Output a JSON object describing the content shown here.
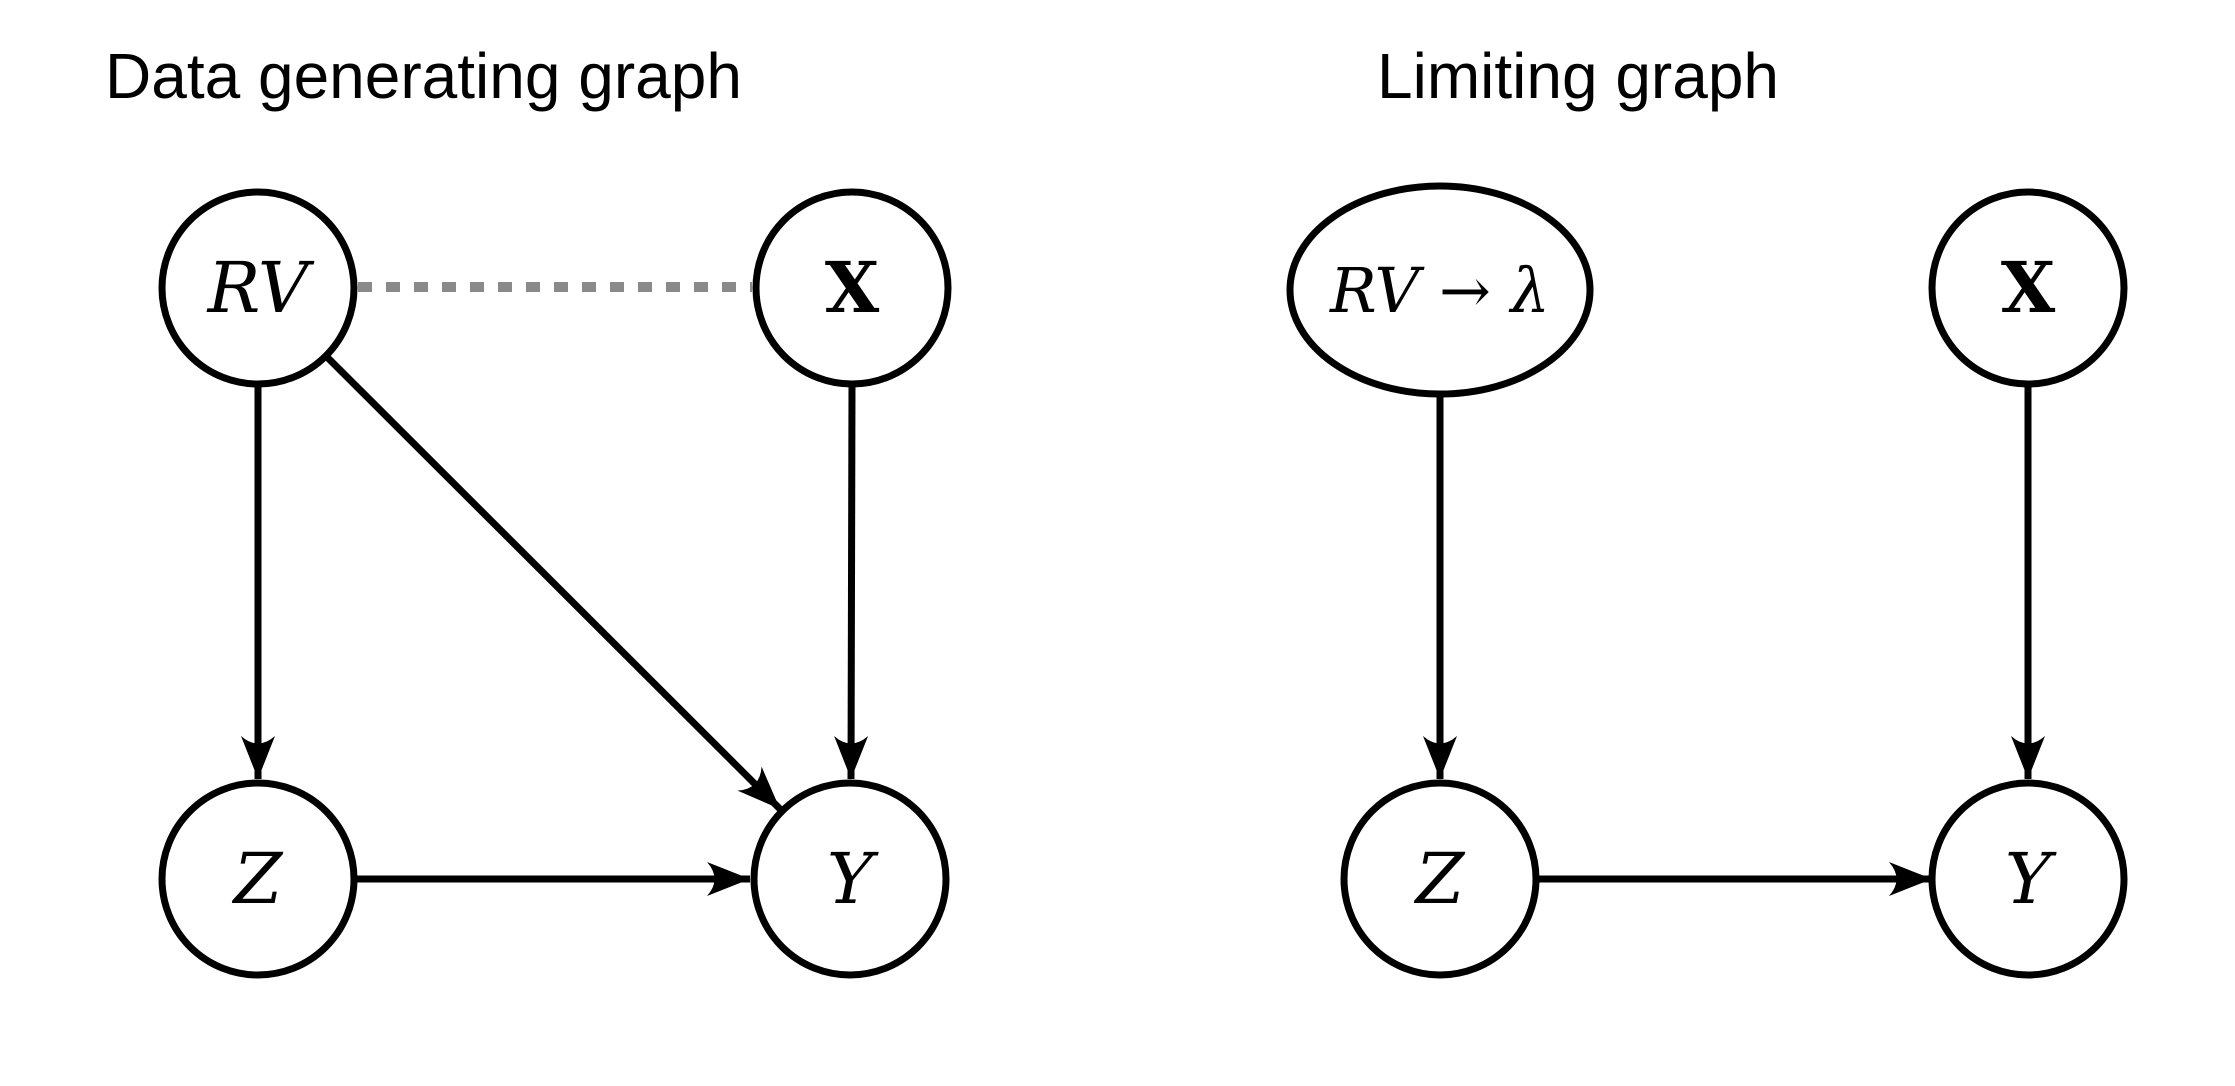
{
  "colors": {
    "line": "#000000",
    "dashed_edge": "#8a8a8a",
    "background": "#ffffff"
  },
  "left_graph": {
    "title": "Data generating graph",
    "nodes": {
      "rv": {
        "label": "RV",
        "shape": "circle"
      },
      "x": {
        "label": "X",
        "shape": "circle"
      },
      "z": {
        "label": "Z",
        "shape": "circle"
      },
      "y": {
        "label": "Y",
        "shape": "circle"
      }
    },
    "edges": [
      {
        "from": "RV",
        "to": "X",
        "directed": false,
        "style": "dashed-gray"
      },
      {
        "from": "RV",
        "to": "Z",
        "directed": true,
        "style": "solid"
      },
      {
        "from": "RV",
        "to": "Y",
        "directed": true,
        "style": "solid"
      },
      {
        "from": "X",
        "to": "Y",
        "directed": true,
        "style": "solid"
      },
      {
        "from": "Z",
        "to": "Y",
        "directed": true,
        "style": "solid"
      }
    ]
  },
  "right_graph": {
    "title": "Limiting graph",
    "nodes": {
      "rv_lambda": {
        "label": "RV → λ",
        "shape": "ellipse"
      },
      "x": {
        "label": "X",
        "shape": "circle"
      },
      "z": {
        "label": "Z",
        "shape": "circle"
      },
      "y": {
        "label": "Y",
        "shape": "circle"
      }
    },
    "edges": [
      {
        "from": "RV → λ",
        "to": "Z",
        "directed": true,
        "style": "solid"
      },
      {
        "from": "X",
        "to": "Y",
        "directed": true,
        "style": "solid"
      },
      {
        "from": "Z",
        "to": "Y",
        "directed": true,
        "style": "solid"
      }
    ]
  }
}
